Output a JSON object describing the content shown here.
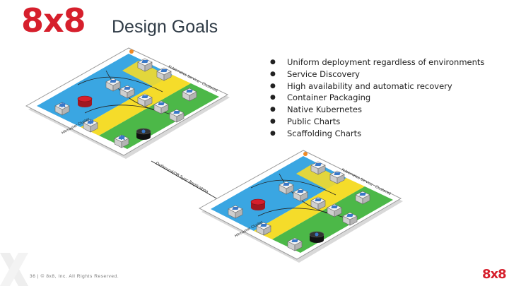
{
  "slide": {
    "logo": "8x8",
    "title": "Design Goals",
    "bullet_glyph": "●",
    "bullets": [
      "Uniform deployment regardless of environments",
      "Service Discovery",
      "High availability and automatic recovery",
      "Container Packaging",
      "Native Kubernetes",
      "Public Charts",
      "Scaffolding Charts"
    ],
    "footer": "36 | © 8x8, Inc. All Rights Reserved.",
    "footer_logo": "8x8"
  },
  "diagram": {
    "link_label": "Outbound/DB Sync Replication",
    "cluster_labels": [
      "Kubernetes Service - Clustered",
      "Kubernetes Service - Clustered"
    ],
    "zone_labels": [
      "Hitmaster Cluster",
      "Hitmaster Cluster"
    ],
    "node_letters": [
      "R",
      "P",
      "R"
    ],
    "colors": {
      "brand_red": "#d61f2c",
      "zone_blue": "#3aa6e2",
      "zone_yellow": "#f5dc2a",
      "zone_green": "#4cb848"
    }
  }
}
